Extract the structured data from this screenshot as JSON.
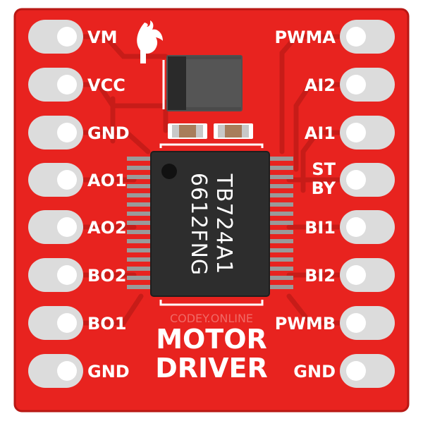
{
  "board": {
    "left_pins": [
      "VM",
      "VCC",
      "GND",
      "AO1",
      "AO2",
      "BO2",
      "BO1",
      "GND"
    ],
    "right_pins": [
      "PWMA",
      "AI2",
      "AI1",
      "ST BY",
      "BI1",
      "BI2",
      "PWMB",
      "GND"
    ],
    "right_pin_3_line1": "ST",
    "right_pin_3_line2": "BY",
    "chip_line1": "TB724A1",
    "chip_line2": "6612FNG",
    "watermark": "CODEY.ONLINE",
    "title_line1": "MOTOR",
    "title_line2": "DRIVER",
    "logo": "sparkfun-flame-logo"
  },
  "colors": {
    "pcb": "#e8231f",
    "pcb_edge": "#c41b17",
    "trace": "#c71c18",
    "pad": "#dcdcdc",
    "hole": "#ffffff",
    "chip": "#2d2d2d",
    "chip_pin": "#9a9a9a",
    "diode": "#3c3c3c",
    "cap": "#a87d5b"
  }
}
